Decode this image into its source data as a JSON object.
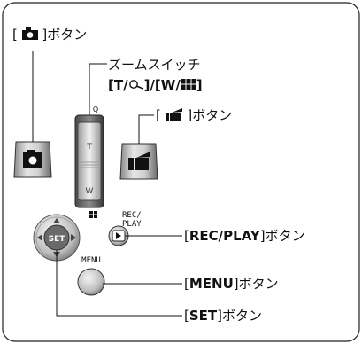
{
  "labels": {
    "photo_button": {
      "open": "[ ",
      "close": " ]",
      "suffix": "ボタン"
    },
    "zoom_switch": {
      "line1": "ズームスイッチ",
      "line2_a": "[T/",
      "line2_b": "]/[W/",
      "line2_c": "]"
    },
    "movie_button": {
      "open": "[ ",
      "close": " ]",
      "suffix": "ボタン"
    },
    "rec_play_button": {
      "open": "[",
      "key": "REC/PLAY",
      "close": "]",
      "suffix": "ボタン"
    },
    "menu_button": {
      "open": "[",
      "key": "MENU",
      "close": "]",
      "suffix": "ボタン"
    },
    "set_button": {
      "open": "[",
      "key": "SET",
      "close": "]",
      "suffix": "ボタン"
    }
  },
  "device": {
    "zoom_tele": "T",
    "zoom_wide": "W",
    "zoom_tele_mark": "Q",
    "set_key": "SET",
    "rec_play_caption": "REC/\nPLAY",
    "menu_caption": "MENU"
  },
  "icons": [
    "camera-icon",
    "movie-camera-icon",
    "zoom-in-icon",
    "multi-display-icon",
    "play-icon"
  ]
}
